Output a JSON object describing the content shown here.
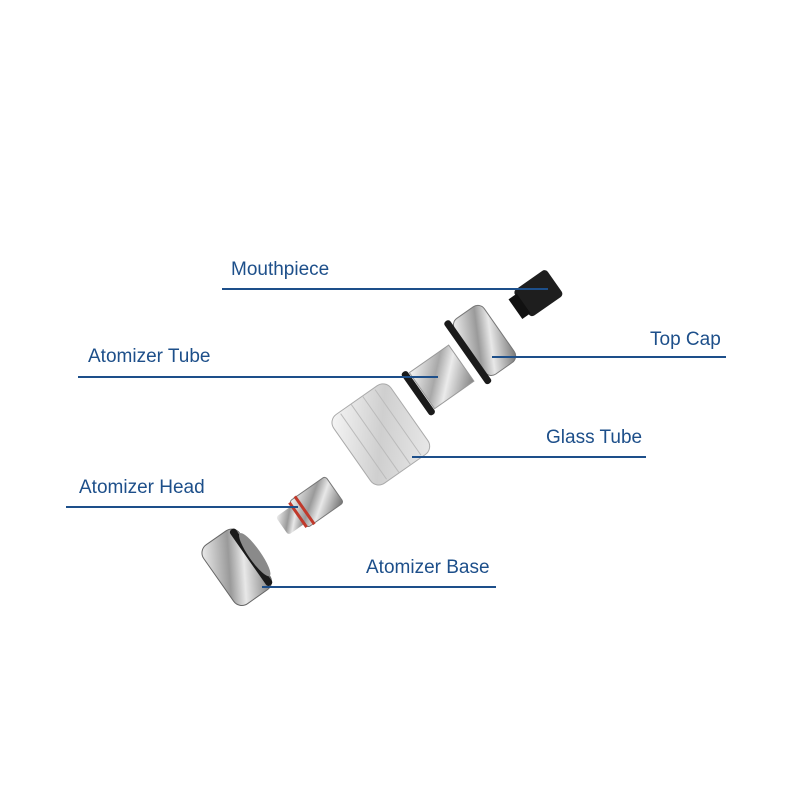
{
  "labels": {
    "mouthpiece": "Mouthpiece",
    "top_cap": "Top Cap",
    "atomizer_tube": "Atomizer Tube",
    "glass_tube": "Glass Tube",
    "atomizer_head": "Atomizer Head",
    "atomizer_base": "Atomizer Base"
  },
  "colors": {
    "label": "#1d4f8a",
    "o_ring": "#c0392b",
    "seal": "#1a1a1a"
  }
}
